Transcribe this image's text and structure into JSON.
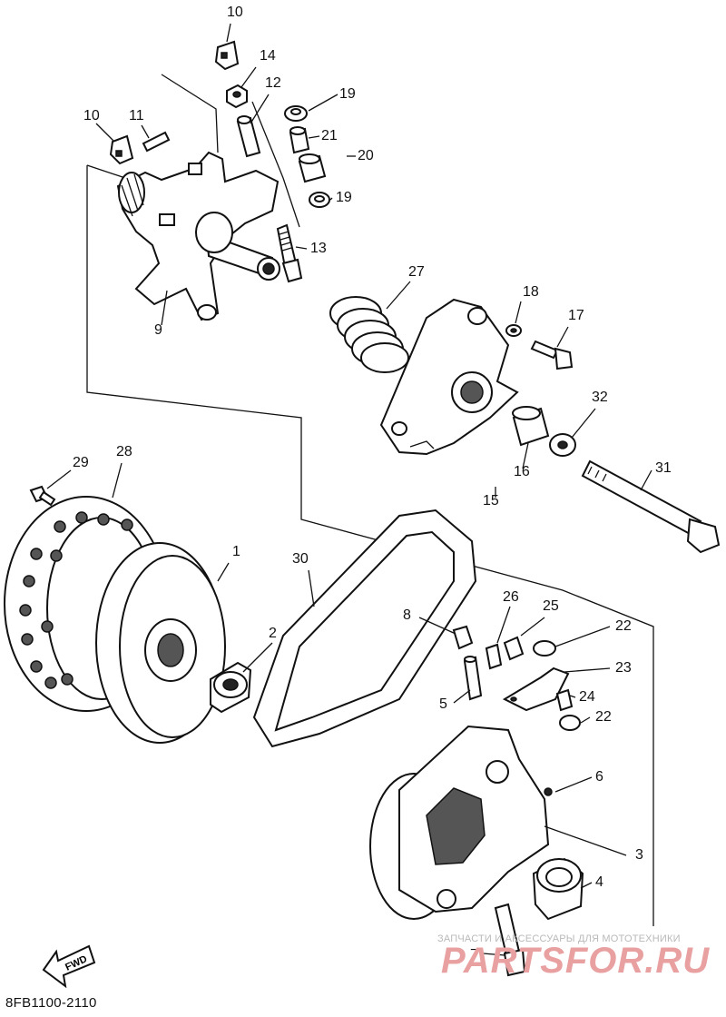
{
  "diagram": {
    "catalog_code": "8FB1100-2110",
    "fwd_label": "FWD",
    "watermark_line": "ЗАПЧАСТИ И АКСЕССУАРЫ ДЛЯ МОТОТЕХНИКИ",
    "watermark_logo": "PARTSFOR.RU",
    "callouts": [
      "1",
      "2",
      "3",
      "4",
      "5",
      "6",
      "7",
      "8",
      "9",
      "10",
      "10",
      "11",
      "12",
      "13",
      "14",
      "15",
      "16",
      "17",
      "18",
      "19",
      "19",
      "20",
      "21",
      "22",
      "22",
      "23",
      "24",
      "25",
      "26",
      "27",
      "28",
      "29",
      "30",
      "31",
      "32"
    ]
  }
}
